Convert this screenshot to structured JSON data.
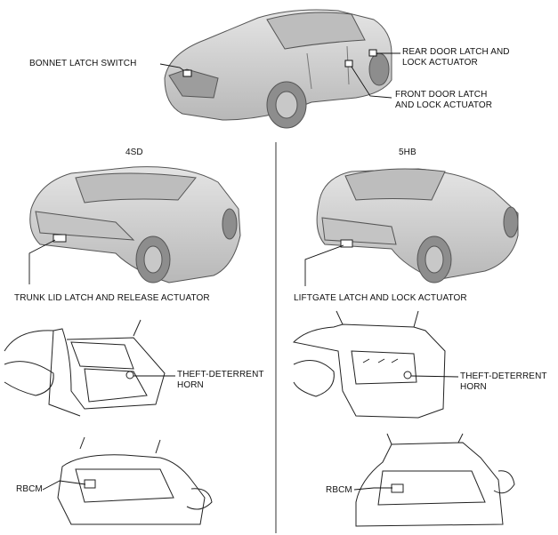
{
  "variants": {
    "left": "4SD",
    "right": "5HB"
  },
  "callouts": {
    "bonnet_latch_switch": "BONNET LATCH SWITCH",
    "rear_door_latch": "REAR DOOR LATCH AND\nLOCK ACTUATOR",
    "front_door_latch": "FRONT DOOR LATCH\nAND LOCK ACTUATOR",
    "trunk_lid_latch": "TRUNK LID LATCH AND RELEASE ACTUATOR",
    "liftgate_latch": "LIFTGATE LATCH AND LOCK ACTUATOR",
    "theft_horn_4sd": "THEFT-DETERRENT\nHORN",
    "theft_horn_5hb": "THEFT-DETERRENT\nHORN",
    "rbcm_4sd": "RBCM",
    "rbcm_5hb": "RBCM"
  },
  "colors": {
    "body_fill": "#d6d6d6",
    "body_shade": "#a9a9a9",
    "line": "#222222"
  }
}
